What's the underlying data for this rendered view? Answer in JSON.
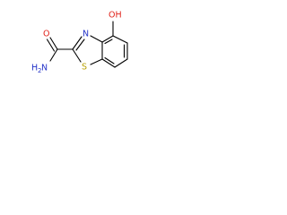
{
  "molecule": {
    "labels": {
      "oxygen_hydroxyl": "OH",
      "nitrogen_ring": "N",
      "sulfur_ring": "S",
      "oxygen_carbonyl": "O",
      "amine_h": "H",
      "amine_sub": "2",
      "amine_n": "N"
    },
    "colors": {
      "bond": "#000000",
      "oxygen": "#e0221a",
      "nitrogen": "#2433c8",
      "sulfur": "#b8a000"
    }
  }
}
